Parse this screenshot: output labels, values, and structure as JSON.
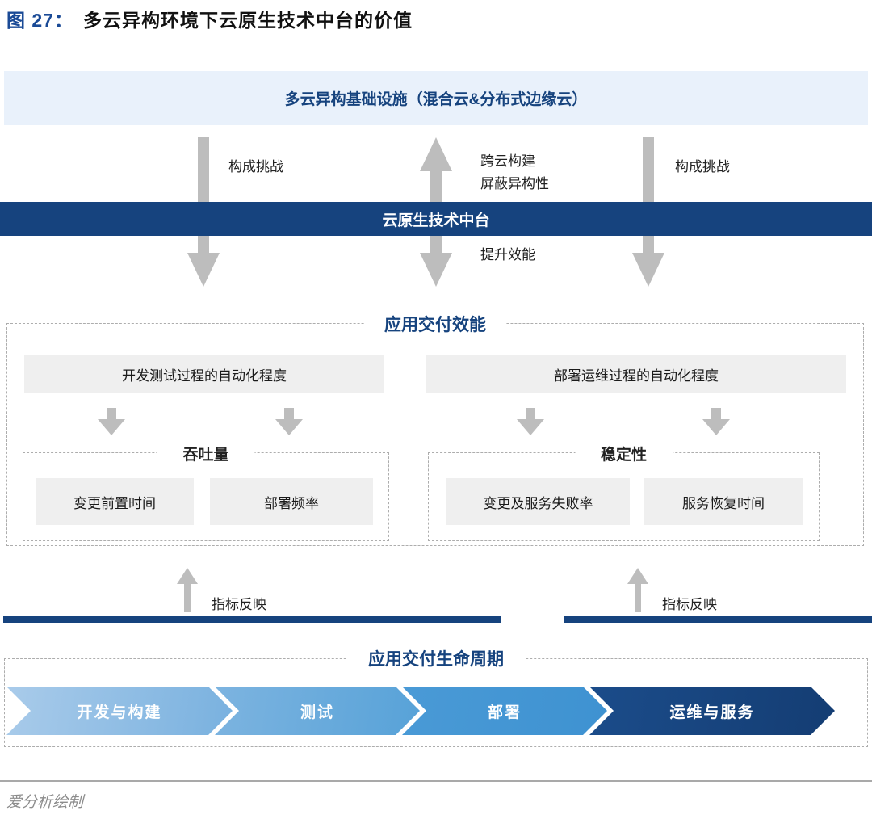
{
  "figure": {
    "label": "图 27：",
    "title": "多云异构环境下云原生技术中台的价值"
  },
  "infra_banner": {
    "text": "多云异构基础设施（混合云&分布式边缘云）"
  },
  "tech_banner": {
    "text": "云原生技术中台"
  },
  "arrows": {
    "left_challenge": "构成挑战",
    "cross_cloud_line1": "跨云构建",
    "cross_cloud_line2": "屏蔽异构性",
    "right_challenge": "构成挑战",
    "improve": "提升效能"
  },
  "effectiveness": {
    "title": "应用交付效能",
    "left_process": "开发测试过程的自动化程度",
    "right_process": "部署运维过程的自动化程度",
    "throughput": {
      "title": "吞吐量",
      "metrics": [
        "变更前置时间",
        "部署频率"
      ]
    },
    "stability": {
      "title": "稳定性",
      "metrics": [
        "变更及服务失败率",
        "服务恢复时间"
      ]
    }
  },
  "indicators": {
    "left": "指标反映",
    "right": "指标反映"
  },
  "lifecycle": {
    "title": "应用交付生命周期",
    "stages": [
      {
        "label": "开发与构建",
        "color_start": "#A9CBEA",
        "color_end": "#79B1DF"
      },
      {
        "label": "测试",
        "color_start": "#7DB4E0",
        "color_end": "#57A2D8"
      },
      {
        "label": "部署",
        "color_start": "#4A9AD6",
        "color_end": "#3E92D1"
      },
      {
        "label": "运维与服务",
        "color_start": "#1B4C8A",
        "color_end": "#143D73"
      }
    ]
  },
  "footer": {
    "credit": "爱分析绘制"
  },
  "colors": {
    "navy": "#16437E",
    "figure_label_blue": "#1A4A96",
    "light_banner_bg": "#E9F1FB",
    "gray_box_bg": "#EFEFEF",
    "arrow_gray": "#BDBDBD",
    "dashed_border": "#ADADAD",
    "footer_gray": "#8C8C8C"
  }
}
